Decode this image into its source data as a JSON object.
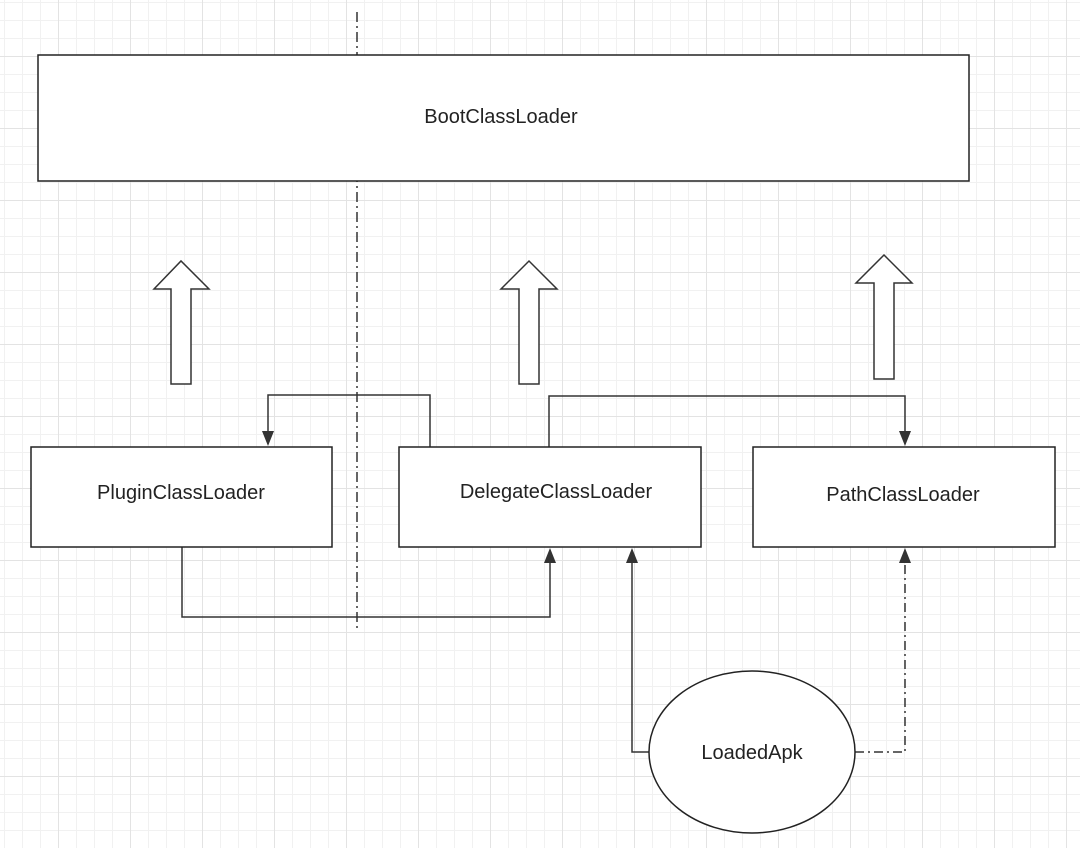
{
  "nodes": {
    "boot": {
      "label": "BootClassLoader"
    },
    "plugin": {
      "label": "PluginClassLoader"
    },
    "delegate": {
      "label": "DelegateClassLoader"
    },
    "path": {
      "label": "PathClassLoader"
    },
    "loaded_apk": {
      "label": "LoadedApk"
    }
  },
  "colors": {
    "stroke": "#222222",
    "grid": "#e3e3e3",
    "background": "#ffffff"
  }
}
